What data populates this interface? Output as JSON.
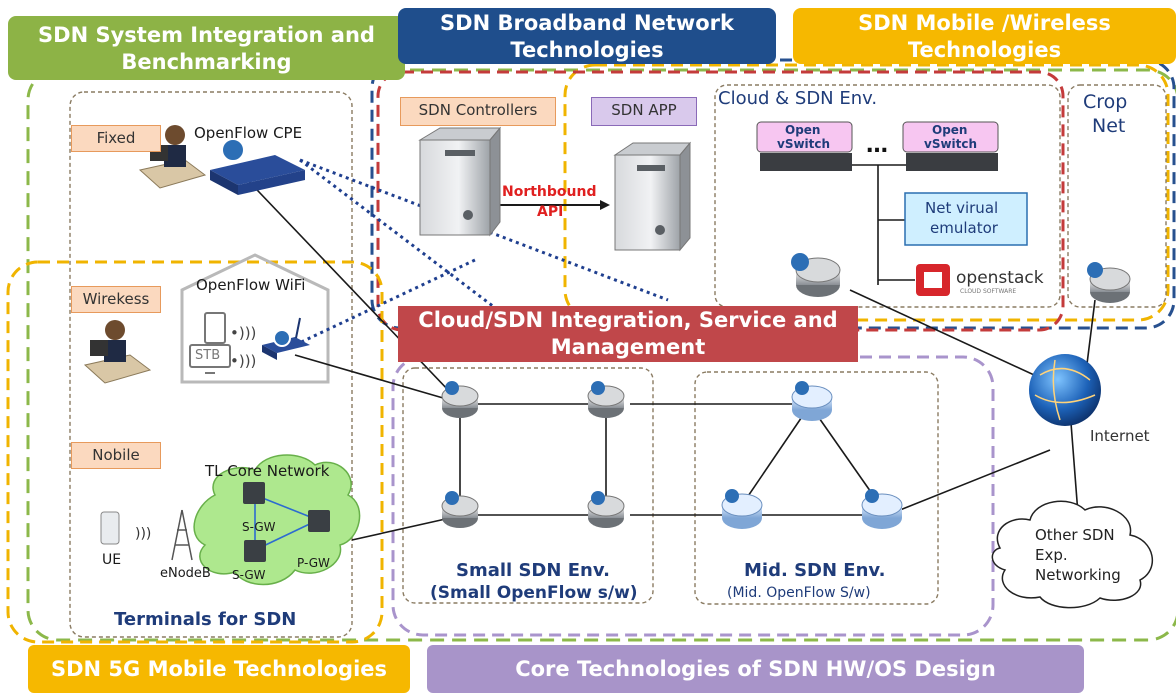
{
  "banners": {
    "system_integration": "SDN System Integration and Benchmarking",
    "broadband": "SDN Broadband Network Technologies",
    "mobile_wireless": "SDN Mobile /Wireless Technologies",
    "cloud_integration": "Cloud/SDN Integration, Service and Management",
    "mobile_5g": "SDN 5G Mobile Technologies",
    "core_hw_os": "Core Technologies of SDN HW/OS Design"
  },
  "tags": {
    "fixed": "Fixed",
    "wireless": "Wirekess",
    "mobile": "Nobile",
    "sdn_controllers": "SDN Controllers",
    "sdn_app": "SDN APP"
  },
  "labels": {
    "openflow_cpe": "OpenFlow CPE",
    "openflow_wifi": "OpenFlow WiFi",
    "tl_core": "TL Core Network",
    "ue": "UE",
    "enodeb": "eNodeB",
    "sgw1": "S-GW",
    "sgw2": "S-GW",
    "pgw": "P-GW",
    "stb": "STB",
    "terminals": "Terminals for SDN",
    "northbound_1": "Northbound",
    "northbound_2": "API",
    "cloud_env": "Cloud & SDN Env.",
    "ovs_1a": "Open",
    "ovs_1b": "vSwitch",
    "ovs_2a": "Open",
    "ovs_2b": "vSwitch",
    "ellipsis": "…",
    "net_emulator_1": "Net virual",
    "net_emulator_2": "emulator",
    "openstack": "openstack",
    "openstack_sub": "CLOUD SOFTWARE",
    "crop_1": "Crop",
    "crop_2": "Net",
    "internet": "Internet",
    "other_1": "Other SDN",
    "other_2": "Exp.",
    "other_3": "Networking",
    "small_env_1": "Small SDN Env.",
    "small_env_2": "(Small OpenFlow s/w)",
    "mid_env_1": "Mid. SDN Env.",
    "mid_env_2": "(Mid. OpenFlow S/w)"
  },
  "colors": {
    "green": "#8db346",
    "navy": "#1f4e8c",
    "gold": "#f6b800",
    "red_banner": "#c0474a",
    "lavender": "#a894c9",
    "tag_orange_bg": "#fbd9bf",
    "tag_orange_border": "#e79a5c",
    "tag_purple_bg": "#d9c9ec",
    "tag_purple_border": "#8a6ab8",
    "router_blue": "#2c6eb5",
    "dashed_red": "#c43b3b",
    "dashed_green": "#8cb84a",
    "dashed_gold": "#f0b400",
    "dashed_navy": "#27508f",
    "dashed_lavender": "#a994cc",
    "dashed_brown": "#8a7b62",
    "dotted_blue": "#1f3f8f"
  }
}
